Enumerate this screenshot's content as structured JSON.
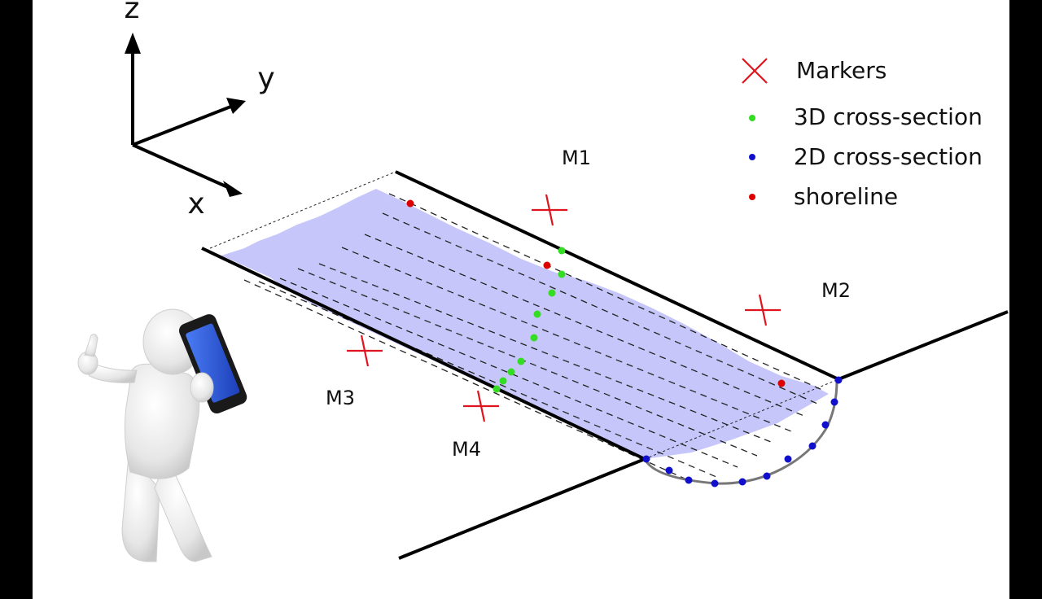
{
  "axes": {
    "z": "z",
    "y": "y",
    "x": "x"
  },
  "legend": [
    {
      "key": "markers",
      "label": "Markers",
      "symbol": "cross",
      "color": "#e0141e"
    },
    {
      "key": "cs3d",
      "label": "3D cross-section",
      "symbol": "dot",
      "color": "#33dd22"
    },
    {
      "key": "cs2d",
      "label": "2D cross-section",
      "symbol": "dot",
      "color": "#1010cc"
    },
    {
      "key": "shoreline",
      "label": "shoreline",
      "symbol": "dot",
      "color": "#dd0000"
    }
  ],
  "markers": [
    "M1",
    "M2",
    "M3",
    "M4"
  ],
  "colors": {
    "water": "#c6c6fa",
    "marker": "#e0141e",
    "cs3d": "#33dd22",
    "cs2d": "#1010cc",
    "shoreline": "#dd0000",
    "phone_screen": "#2f5fe0"
  }
}
